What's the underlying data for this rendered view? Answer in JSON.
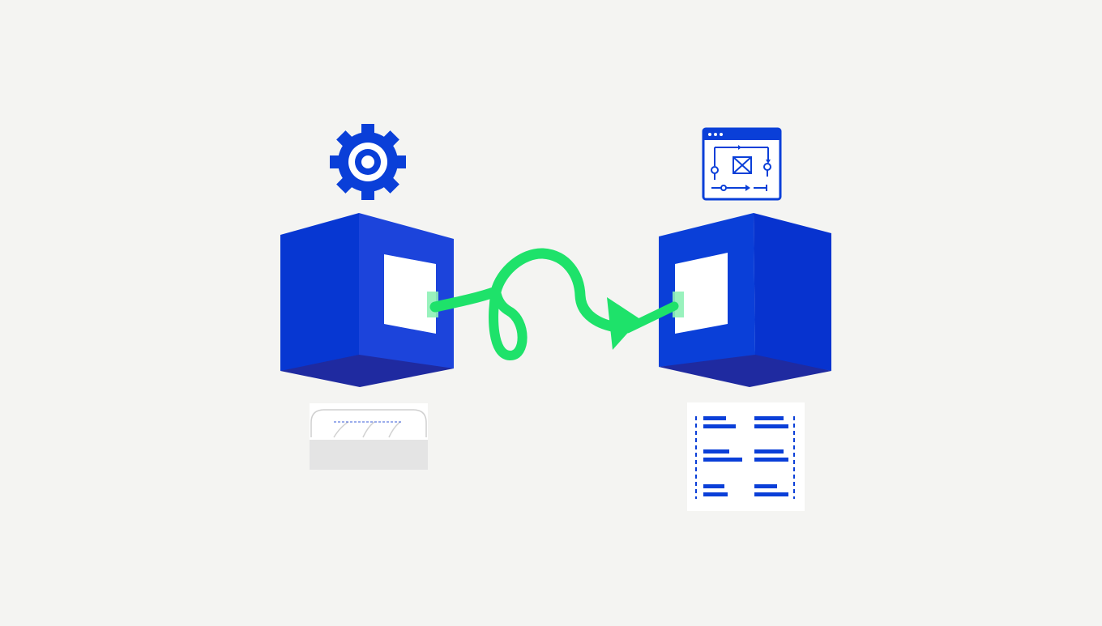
{
  "colors": {
    "background": "#f4f4f2",
    "primary_blue": "#0a3fd8",
    "blue_front": "#0737d2",
    "blue_side": "#1c44db",
    "blue_bottom": "#1f2aa0",
    "connector_green": "#1ee26a",
    "panel_white": "#ffffff",
    "card_gray": "#e3e3e3"
  },
  "diagram": {
    "source": {
      "block": "cube",
      "icon": "gear-icon",
      "caption_card": "blank-tab-card"
    },
    "target": {
      "block": "cube",
      "icon": "browser-flowchart-icon",
      "caption_card": "list-document-icon"
    },
    "connector": {
      "icon": "looped-arrow-icon",
      "direction": "source-to-target"
    }
  }
}
